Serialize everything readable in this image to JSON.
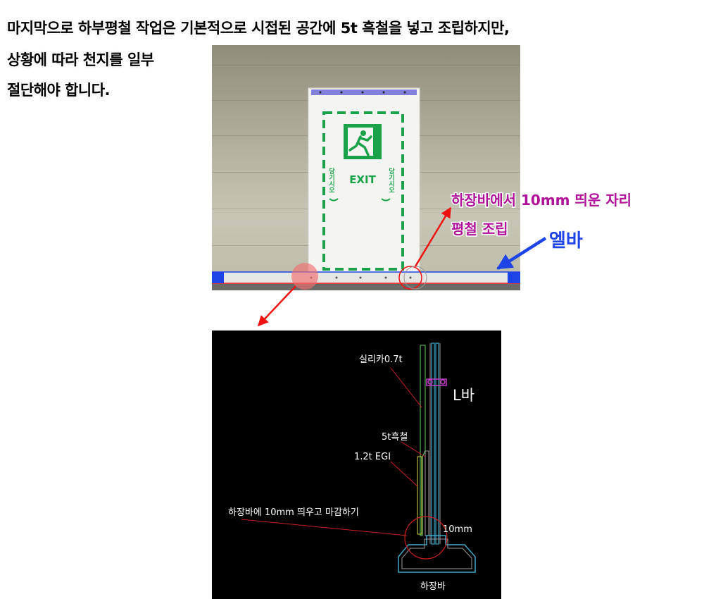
{
  "intro": {
    "line1": "마지막으로 하부평철 작업은 기본적으로 시접된 공간에 5t 흑철을 넣고 조립하지만,",
    "line2": "상황에 따라 천지를 일부",
    "line3": "절단해야 합니다."
  },
  "photo": {
    "sign_exit": "EXIT",
    "sign_side": "당기시오",
    "callout_gap": "하장바에서 10mm 띄운 자리",
    "callout_flat": "평철 조립",
    "callout_lbar": "엘바"
  },
  "drawing": {
    "label_silica": "실리카0.7t",
    "label_lbar": "L바",
    "label_black_steel": "5t흑철",
    "label_egi": "1.2t EGI",
    "label_finish": "하장바에 10mm 띄우고 마감하기",
    "label_gap": "10mm",
    "label_base": "하장바"
  },
  "colors": {
    "annotation_magenta": "#b0129a",
    "annotation_blue": "#1e44e6",
    "arrow_red": "#ee1111",
    "arrow_blue": "#1e44e6",
    "sign_green": "#1aa24a"
  }
}
